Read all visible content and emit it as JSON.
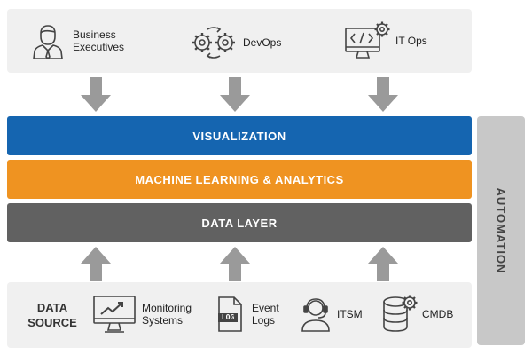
{
  "audience": {
    "items": [
      {
        "label": "Business\nExecutives",
        "icon": "business-executive-icon"
      },
      {
        "label": "DevOps",
        "icon": "gears-cycle-icon"
      },
      {
        "label": "IT Ops",
        "icon": "code-monitor-gear-icon"
      }
    ]
  },
  "layers": {
    "visualization": "VISUALIZATION",
    "ml": "MACHINE LEARNING & ANALYTICS",
    "data": "DATA LAYER"
  },
  "automation": "AUTOMATION",
  "data_source": {
    "title": "DATA\nSOURCE",
    "items": [
      {
        "label": "Monitoring\nSystems",
        "icon": "monitoring-screen-icon"
      },
      {
        "label": "Event\nLogs",
        "icon": "log-file-icon",
        "icon_text": "LOG"
      },
      {
        "label": "ITSM",
        "icon": "support-agent-icon"
      },
      {
        "label": "CMDB",
        "icon": "database-gear-icon"
      }
    ]
  },
  "colors": {
    "visualization": "#1565b0",
    "ml": "#ef9321",
    "data": "#616161",
    "arrow": "#9a9a9a",
    "panel": "#f0f0f0",
    "automation": "#c8c8c8",
    "icon": "#444444"
  }
}
